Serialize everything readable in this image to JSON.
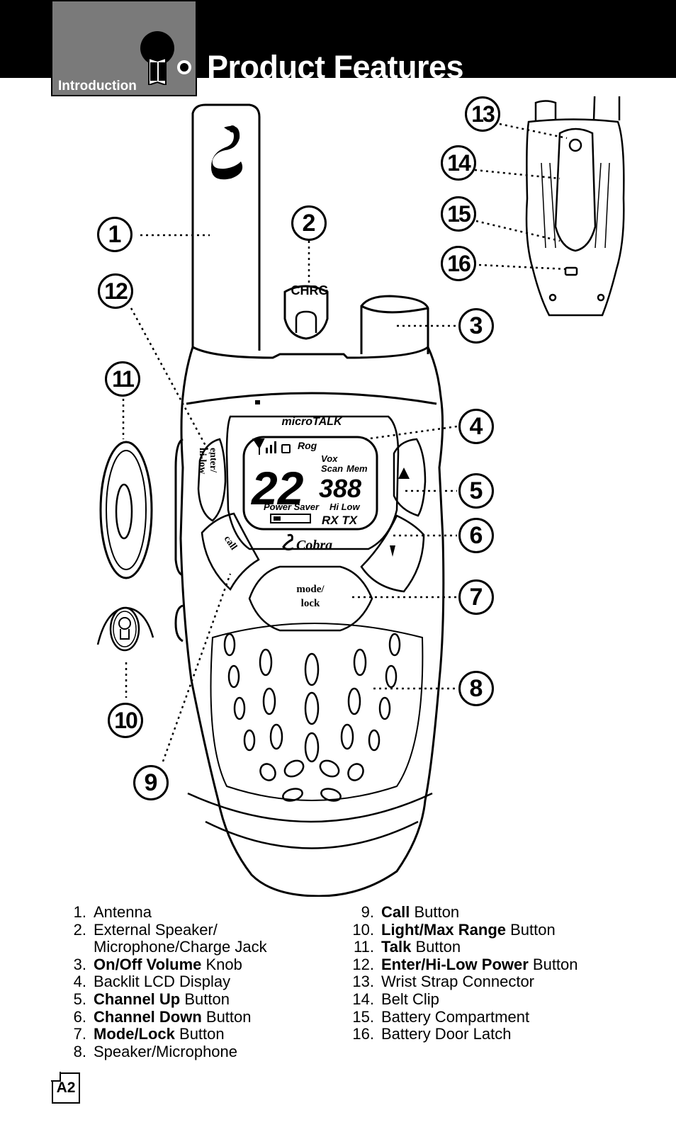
{
  "header": {
    "section_label": "Introduction",
    "title": "Product Features"
  },
  "device": {
    "brand_wordmark": "microTALK",
    "brand_name": "Cobra",
    "jack_label": "CHRG",
    "lcd": {
      "status_icons": "Rog",
      "digits": "22",
      "small_digits": "388",
      "vox": "Vox",
      "scan": "Scan",
      "mem": "Mem",
      "power_saver": "Power Saver",
      "hi_low": "Hi Low",
      "rx_tx": "RX TX"
    },
    "buttons": {
      "enter": "enter/",
      "hi_low": "hi-low",
      "call": "call",
      "mode": "mode/",
      "lock": "lock"
    }
  },
  "callouts": [
    "1",
    "2",
    "3",
    "4",
    "5",
    "6",
    "7",
    "8",
    "9",
    "10",
    "11",
    "12",
    "13",
    "14",
    "15",
    "16"
  ],
  "features_left": [
    {
      "num": "1.",
      "bold": "",
      "text": "Antenna"
    },
    {
      "num": "2.",
      "bold": "",
      "text": "External Speaker/"
    },
    {
      "num": "",
      "bold": "",
      "text": "Microphone/Charge Jack"
    },
    {
      "num": "3.",
      "bold": "On/Off Volume",
      "text": " Knob"
    },
    {
      "num": "4.",
      "bold": "",
      "text": "Backlit LCD Display"
    },
    {
      "num": "5.",
      "bold": "Channel Up",
      "text": " Button"
    },
    {
      "num": "6.",
      "bold": "Channel Down",
      "text": " Button"
    },
    {
      "num": "7.",
      "bold": "Mode/Lock",
      "text": " Button"
    },
    {
      "num": "8.",
      "bold": "",
      "text": "Speaker/Microphone"
    }
  ],
  "features_right": [
    {
      "num": "9.",
      "bold": "Call",
      "text": " Button"
    },
    {
      "num": "10.",
      "bold": "Light/Max Range",
      "text": " Button"
    },
    {
      "num": "11.",
      "bold": "Talk",
      "text": " Button"
    },
    {
      "num": "12.",
      "bold": "Enter/Hi-Low Power",
      "text": " Button"
    },
    {
      "num": "13.",
      "bold": "",
      "text": "Wrist Strap Connector"
    },
    {
      "num": "14.",
      "bold": "",
      "text": "Belt Clip"
    },
    {
      "num": "15.",
      "bold": "",
      "text": "Battery Compartment"
    },
    {
      "num": "16.",
      "bold": "",
      "text": "Battery Door Latch"
    }
  ],
  "page_number": "A2"
}
